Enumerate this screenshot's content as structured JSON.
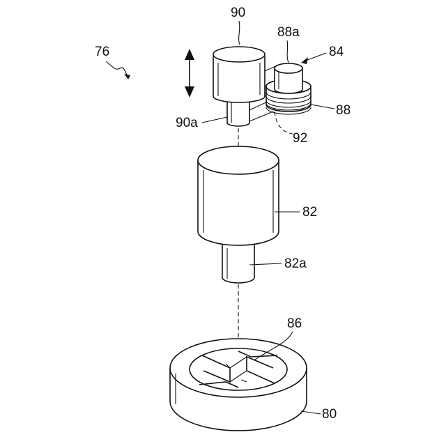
{
  "labels": {
    "l76": "76",
    "l90": "90",
    "l88a": "88a",
    "l84": "84",
    "l88": "88",
    "l90a": "90a",
    "l92": "92",
    "l82": "82",
    "l82a": "82a",
    "l86": "86",
    "l80": "80"
  },
  "colors": {
    "ink": "#111111",
    "paper": "#ffffff"
  }
}
